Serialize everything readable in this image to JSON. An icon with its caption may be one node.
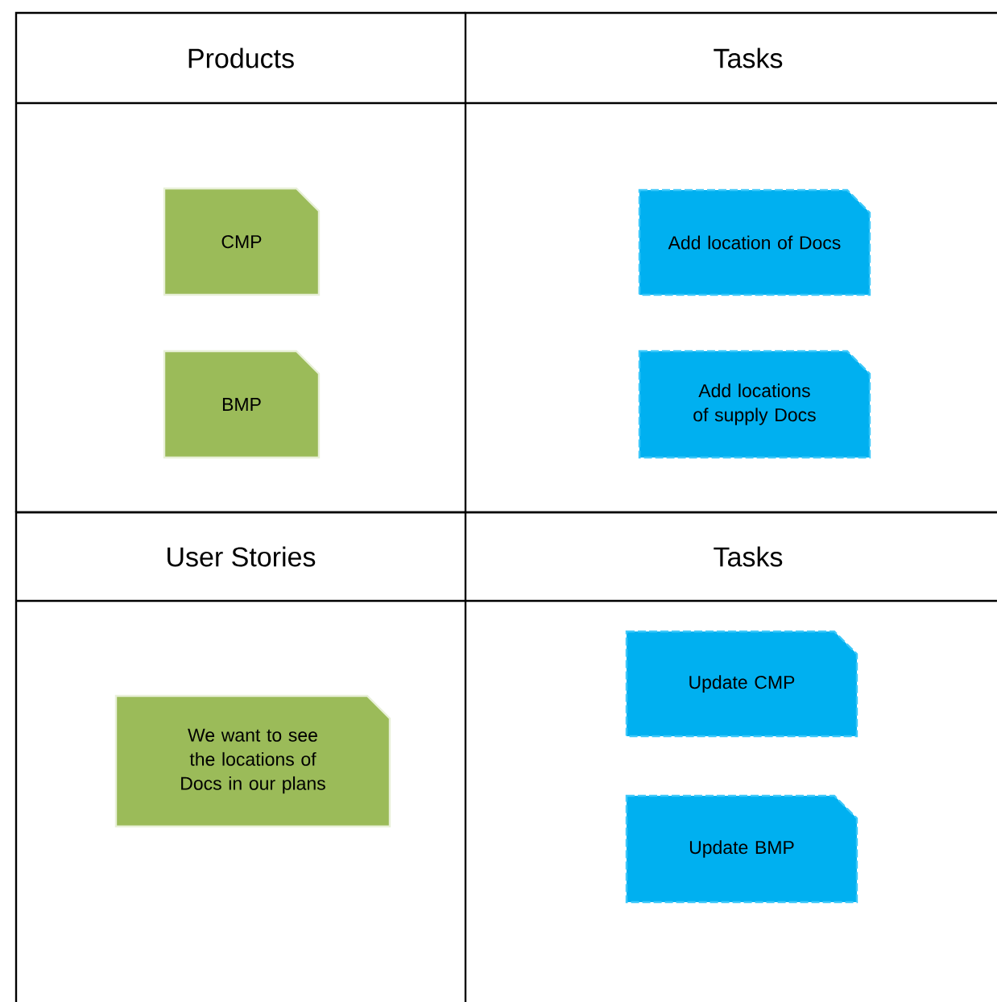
{
  "diagram": {
    "nodes": [
      {
        "text": [
          "Products"
        ]
      },
      {
        "text": [
          "CMP"
        ],
        "in": 0
      },
      {
        "text": [
          "BMP"
        ],
        "in": 0
      },
      {
        "text": [
          "Tasks"
        ]
      },
      {
        "text": [
          "Add location of Docs"
        ],
        "in": 3
      },
      {
        "text": [
          "Add locations of supply Docs"
        ],
        "in": 3
      },
      {
        "text": [
          "User Stories"
        ]
      },
      {
        "text": [
          "We want to see the locations of Docs in our plans"
        ],
        "in": 6
      },
      {
        "text": [
          "Tasks"
        ]
      },
      {
        "text": [
          "Update CMP"
        ],
        "in": 8
      },
      {
        "text": [
          "Update BMP"
        ],
        "in": 8
      }
    ]
  }
}
